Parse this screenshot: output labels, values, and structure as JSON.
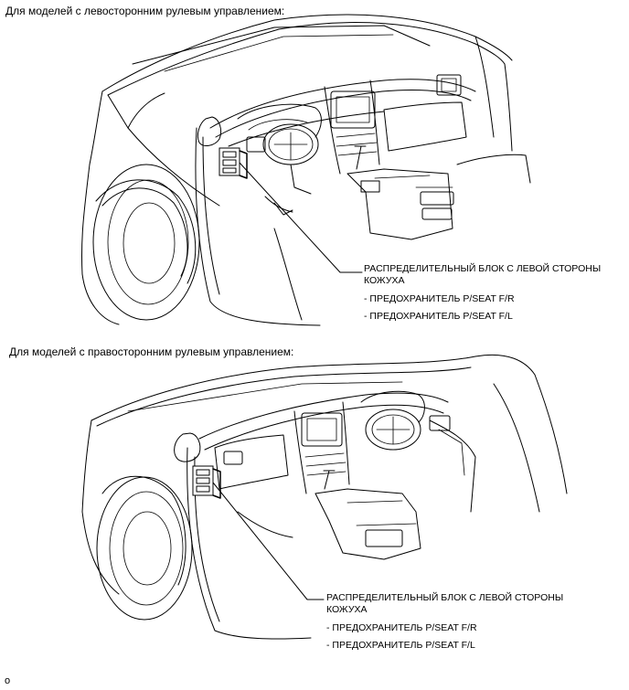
{
  "sections": [
    {
      "heading": "Для моделей с левосторонним рулевым управлением:",
      "callout": {
        "title": "РАСПРЕДЕЛИТЕЛЬНЫЙ БЛОК С ЛЕВОЙ СТОРОНЫ КОЖУХА",
        "items": [
          "- ПРЕДОХРАНИТЕЛЬ P/SEAT F/R",
          "- ПРЕДОХРАНИТЕЛЬ P/SEAT F/L"
        ]
      }
    },
    {
      "heading": "Для моделей с правосторонним рулевым управлением:",
      "callout": {
        "title": "РАСПРЕДЕЛИТЕЛЬНЫЙ БЛОК С ЛЕВОЙ СТОРОНЫ КОЖУХА",
        "items": [
          "- ПРЕДОХРАНИТЕЛЬ P/SEAT F/R",
          "- ПРЕДОХРАНИТЕЛЬ P/SEAT F/L"
        ]
      }
    }
  ],
  "footnote": "o"
}
